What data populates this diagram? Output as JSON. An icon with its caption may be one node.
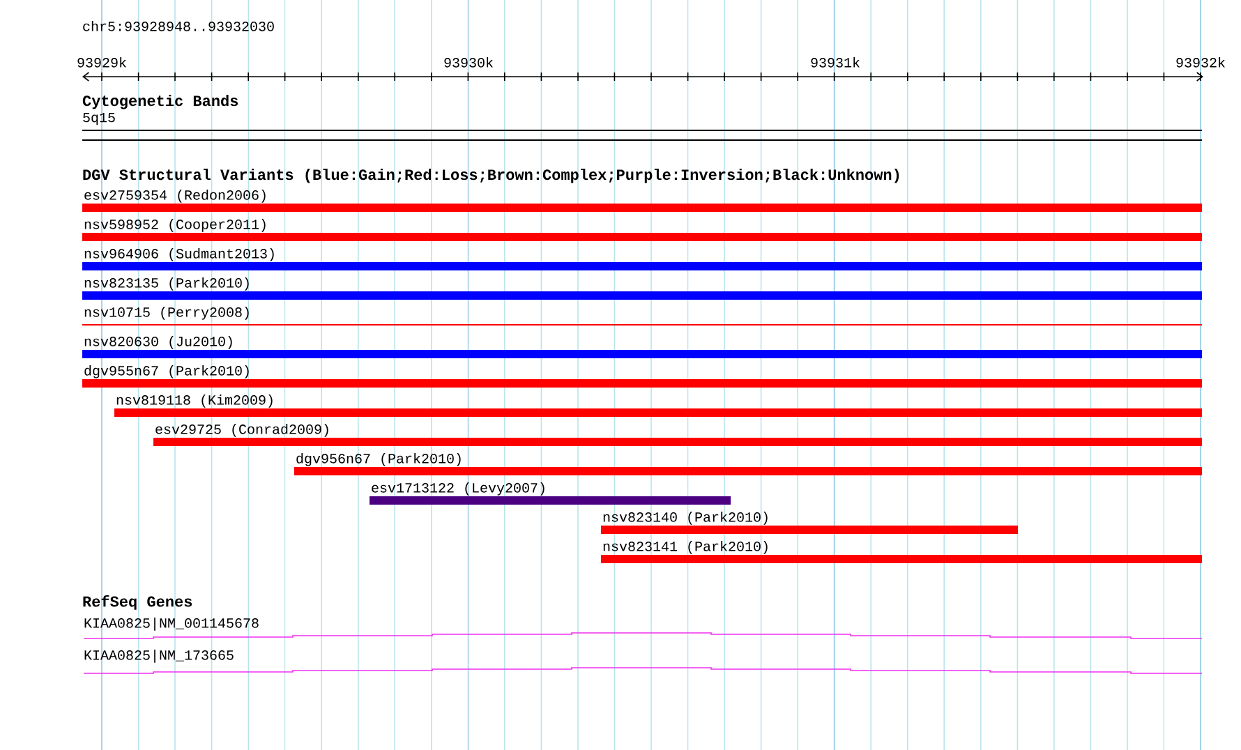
{
  "diagram": {
    "title": "chr5:93928948..93932030",
    "nodes": [
      {
        "text": [
          "esv2759354 (Redon2006)"
        ]
      },
      {
        "text": [
          "nsv598952 (Cooper2011)"
        ]
      },
      {
        "text": [
          "nsv964906 (Sudmant2013)"
        ]
      },
      {
        "text": [
          "nsv823135 (Park2010)"
        ]
      },
      {
        "text": [
          "nsv10715 (Perry2008)"
        ]
      },
      {
        "text": [
          "nsv820630 (Ju2010)"
        ]
      },
      {
        "text": [
          "dgv955n67 (Park2010)"
        ]
      },
      {
        "text": [
          "nsv819118 (Kim2009)"
        ]
      },
      {
        "text": [
          "esv29725 (Conrad2009)"
        ]
      },
      {
        "text": [
          "dgv956n67 (Park2010)"
        ]
      },
      {
        "text": [
          "esv1713122 (Levy2007)"
        ]
      },
      {
        "text": [
          "nsv823140 (Park2010)"
        ]
      },
      {
        "text": [
          "nsv823141 (Park2010)"
        ]
      },
      {
        "text": [
          "KIAA0825|NM_001145678"
        ]
      },
      {
        "text": [
          "KIAA0825|NM_173665"
        ]
      }
    ],
    "labels": [
      "93929k",
      "93930k",
      "93931k",
      "93932k",
      "Cytogenetic Bands",
      "5q15",
      "DGV Structural Variants (Blue:Gain;Red:Loss;Brown:Complex;Purple:Inversion;Black:Unknown)",
      "RefSeq Genes"
    ]
  }
}
